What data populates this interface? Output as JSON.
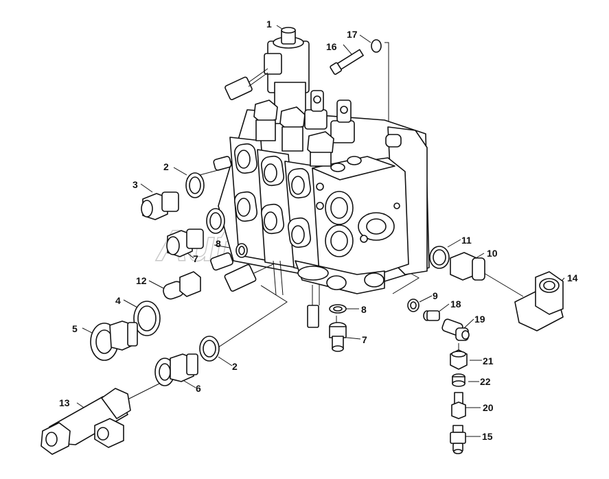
{
  "watermark": "AutoSoft",
  "callouts": [
    "1",
    "2",
    "2",
    "3",
    "4",
    "5",
    "6",
    "7",
    "7",
    "8",
    "8",
    "9",
    "10",
    "11",
    "12",
    "13",
    "14",
    "15",
    "16",
    "17",
    "18",
    "19",
    "20",
    "21",
    "22"
  ]
}
